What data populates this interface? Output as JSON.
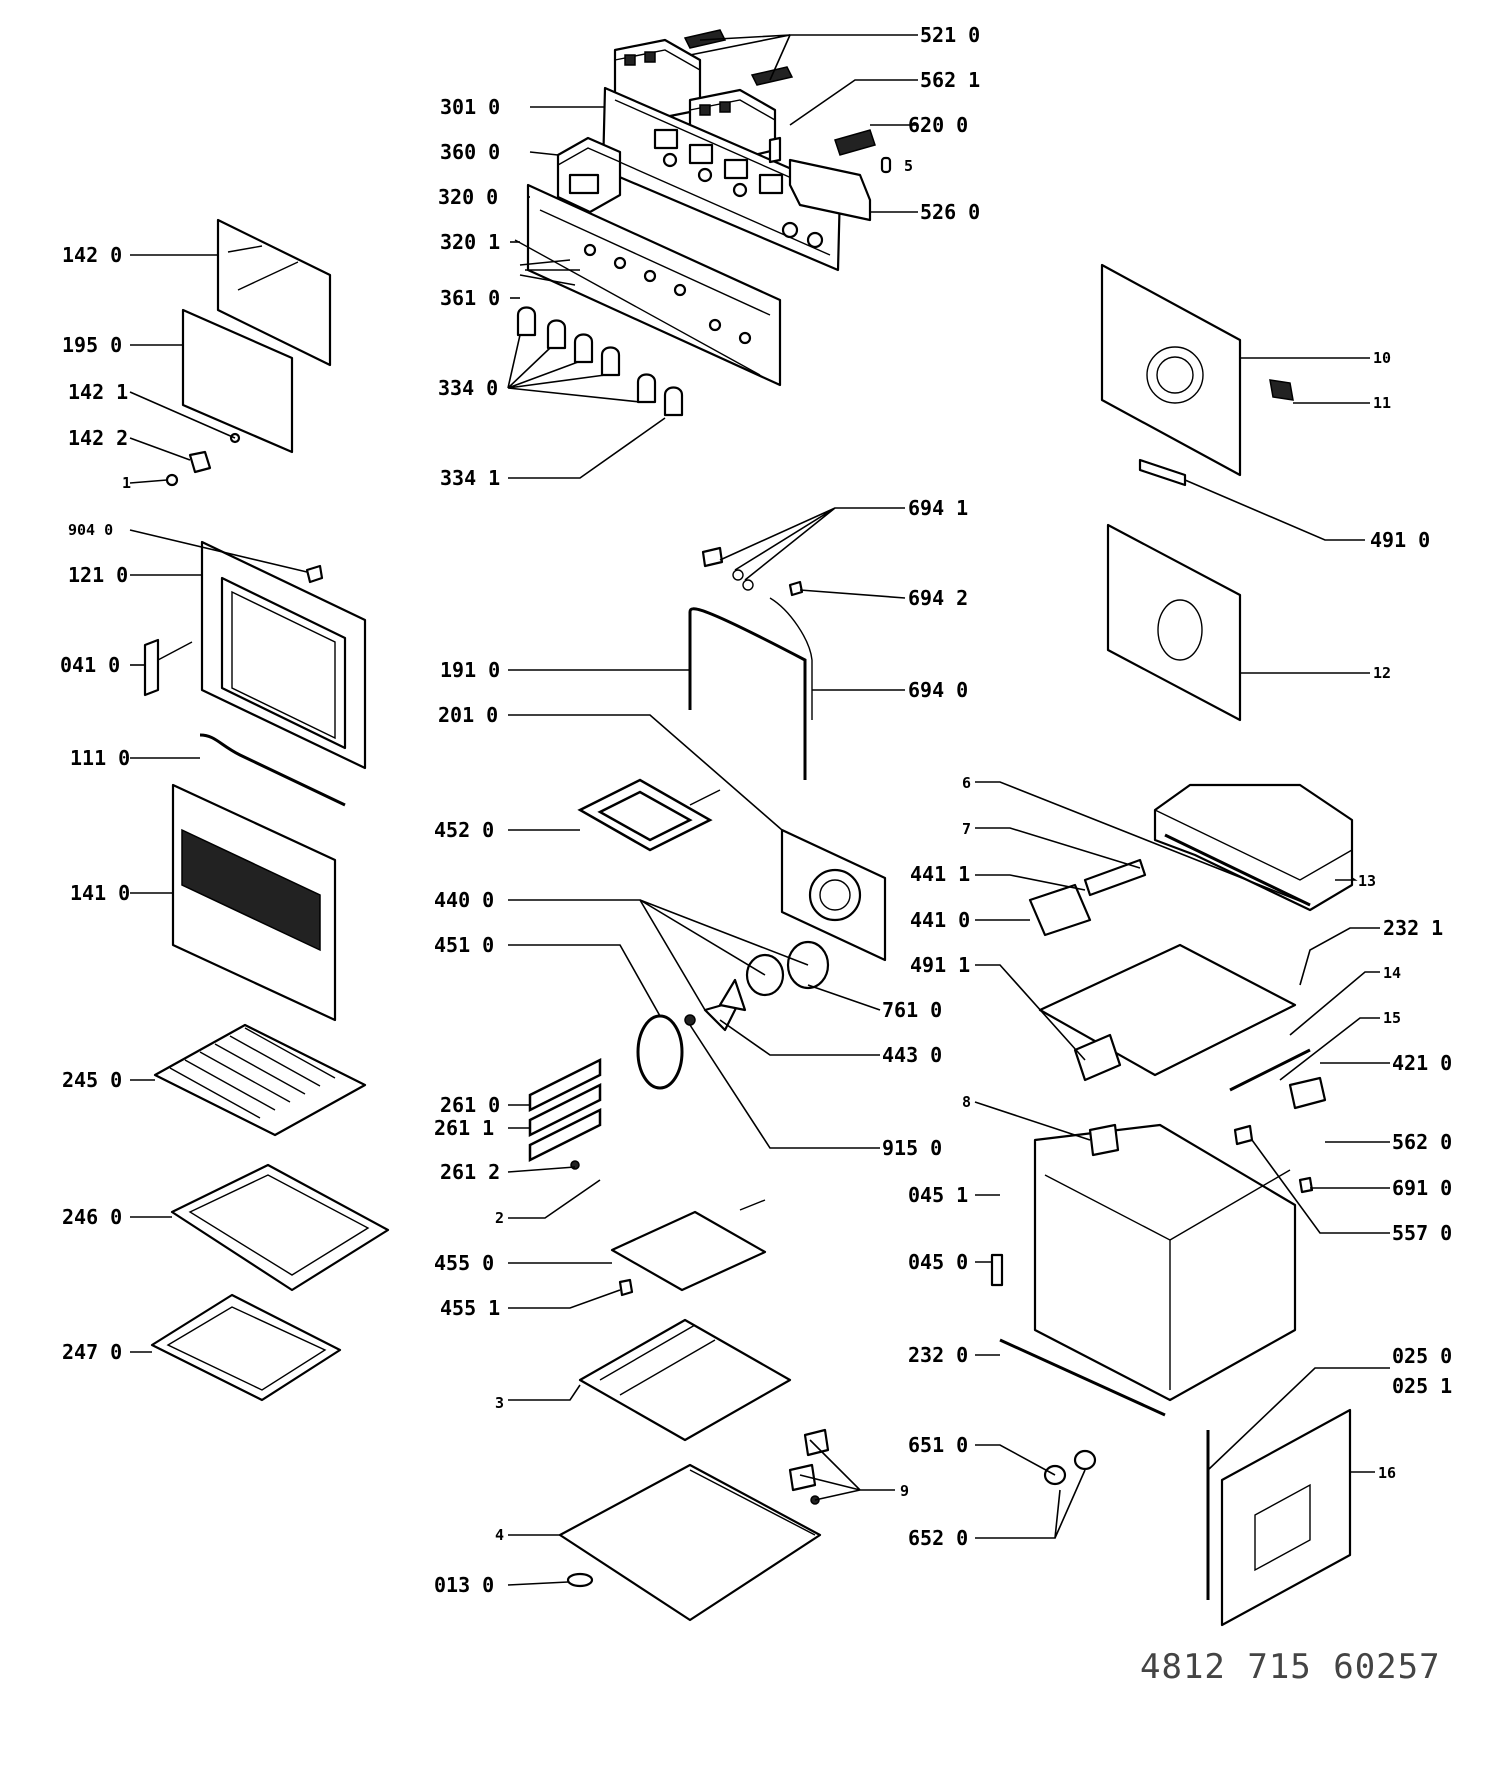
{
  "diagram": {
    "doc_number": "4812 715 60257",
    "callouts": [
      {
        "id": "521_0",
        "text": "521 0"
      },
      {
        "id": "562_1",
        "text": "562 1"
      },
      {
        "id": "301_0",
        "text": "301 0"
      },
      {
        "id": "620_0",
        "text": "620 0"
      },
      {
        "id": "360_0",
        "text": "360 0"
      },
      {
        "id": "5",
        "text": "5"
      },
      {
        "id": "320_0",
        "text": "320 0"
      },
      {
        "id": "526_0",
        "text": "526 0"
      },
      {
        "id": "320_1",
        "text": "320 1"
      },
      {
        "id": "142_0",
        "text": "142 0"
      },
      {
        "id": "361_0",
        "text": "361 0"
      },
      {
        "id": "195_0",
        "text": "195 0"
      },
      {
        "id": "334_0",
        "text": "334 0"
      },
      {
        "id": "142_1",
        "text": "142 1"
      },
      {
        "id": "142_2",
        "text": "142 2"
      },
      {
        "id": "1",
        "text": "1"
      },
      {
        "id": "334_1",
        "text": "334 1"
      },
      {
        "id": "10",
        "text": "10"
      },
      {
        "id": "11",
        "text": "11"
      },
      {
        "id": "694_1",
        "text": "694 1"
      },
      {
        "id": "904_0",
        "text": "904 0"
      },
      {
        "id": "491_0",
        "text": "491 0"
      },
      {
        "id": "121_0",
        "text": "121 0"
      },
      {
        "id": "694_2",
        "text": "694 2"
      },
      {
        "id": "041_0",
        "text": "041 0"
      },
      {
        "id": "191_0",
        "text": "191 0"
      },
      {
        "id": "12",
        "text": "12"
      },
      {
        "id": "694_0",
        "text": "694 0"
      },
      {
        "id": "201_0",
        "text": "201 0"
      },
      {
        "id": "111_0",
        "text": "111 0"
      },
      {
        "id": "6",
        "text": "6"
      },
      {
        "id": "452_0",
        "text": "452 0"
      },
      {
        "id": "7",
        "text": "7"
      },
      {
        "id": "441_1",
        "text": "441 1"
      },
      {
        "id": "13",
        "text": "13"
      },
      {
        "id": "141_0",
        "text": "141 0"
      },
      {
        "id": "440_0",
        "text": "440 0"
      },
      {
        "id": "441_0",
        "text": "441 0"
      },
      {
        "id": "232_1",
        "text": "232 1"
      },
      {
        "id": "451_0",
        "text": "451 0"
      },
      {
        "id": "491_1",
        "text": "491 1"
      },
      {
        "id": "14",
        "text": "14"
      },
      {
        "id": "761_0",
        "text": "761 0"
      },
      {
        "id": "15a",
        "text": "15"
      },
      {
        "id": "443_0",
        "text": "443 0"
      },
      {
        "id": "245_0",
        "text": "245 0"
      },
      {
        "id": "421_0",
        "text": "421 0"
      },
      {
        "id": "261_0",
        "text": "261 0"
      },
      {
        "id": "8",
        "text": "8"
      },
      {
        "id": "261_1",
        "text": "261 1"
      },
      {
        "id": "562_0",
        "text": "562 0"
      },
      {
        "id": "915_0",
        "text": "915 0"
      },
      {
        "id": "261_2",
        "text": "261 2"
      },
      {
        "id": "045_1",
        "text": "045 1"
      },
      {
        "id": "691_0",
        "text": "691 0"
      },
      {
        "id": "246_0",
        "text": "246 0"
      },
      {
        "id": "2",
        "text": "2"
      },
      {
        "id": "557_0",
        "text": "557 0"
      },
      {
        "id": "455_0",
        "text": "455 0"
      },
      {
        "id": "045_0",
        "text": "045 0"
      },
      {
        "id": "455_1",
        "text": "455 1"
      },
      {
        "id": "247_0",
        "text": "247 0"
      },
      {
        "id": "232_0",
        "text": "232 0"
      },
      {
        "id": "025_0",
        "text": "025 0"
      },
      {
        "id": "3",
        "text": "3"
      },
      {
        "id": "025_1",
        "text": "025 1"
      },
      {
        "id": "651_0",
        "text": "651 0"
      },
      {
        "id": "16",
        "text": "16"
      },
      {
        "id": "9",
        "text": "9"
      },
      {
        "id": "652_0",
        "text": "652 0"
      },
      {
        "id": "4",
        "text": "4"
      },
      {
        "id": "013_0",
        "text": "013 0"
      }
    ]
  }
}
